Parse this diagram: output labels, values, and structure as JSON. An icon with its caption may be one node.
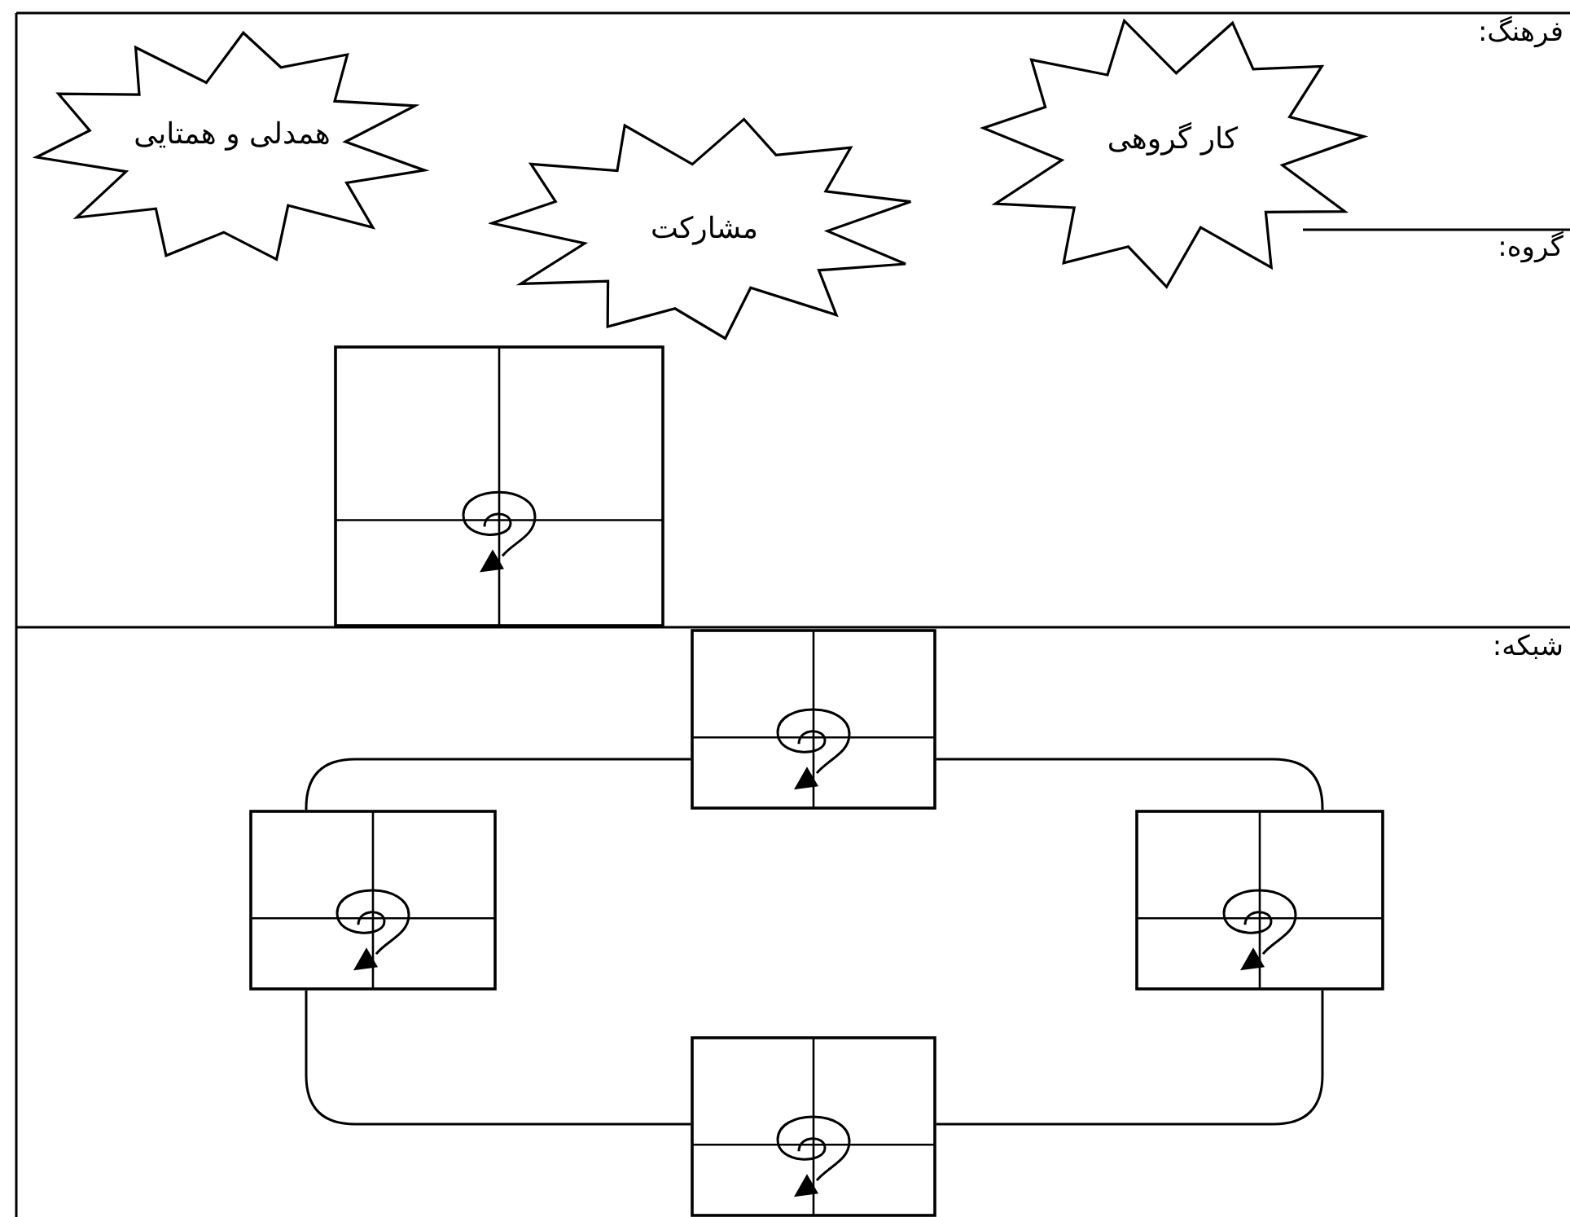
{
  "diagram": {
    "nodes": [
      {
        "text": [
          "همدلی و همتایی"
        ]
      },
      {
        "text": [
          "مشارکت"
        ]
      },
      {
        "text": [
          "کار گروهی"
        ]
      },
      {
        "text": [],
        "shape": "box"
      },
      {
        "text": [],
        "shape": "box"
      },
      {
        "text": [],
        "shape": "box"
      },
      {
        "text": [],
        "shape": "box"
      },
      {
        "text": [],
        "shape": "box"
      }
    ],
    "edges": [
      {
        "from": 4,
        "to": 6,
        "arrow": "none"
      },
      {
        "from": 6,
        "to": 7,
        "arrow": "none"
      },
      {
        "from": 7,
        "to": 5,
        "arrow": "none"
      },
      {
        "from": 5,
        "to": 4,
        "arrow": "none"
      }
    ],
    "labels": [
      "فرهنگ:",
      "گروه:",
      "شبکه:"
    ]
  }
}
